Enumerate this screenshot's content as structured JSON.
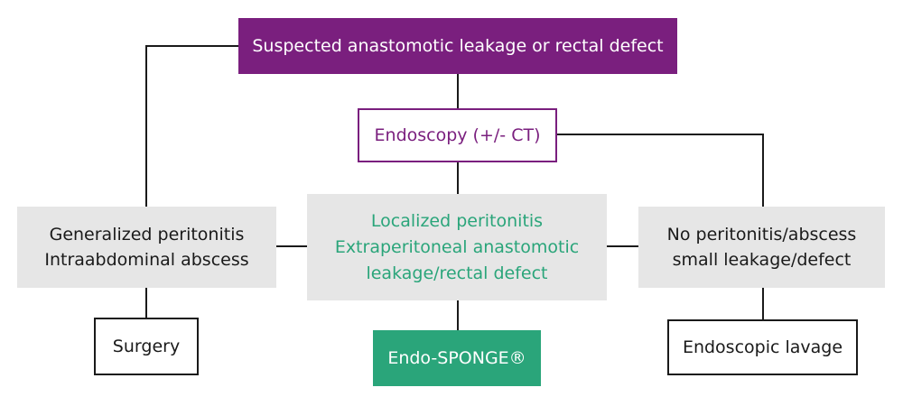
{
  "colors": {
    "primary": "#7a1f7e",
    "accent": "#2aa57a",
    "box_fill": "#e6e6e6",
    "line": "#1a1a1a"
  },
  "nodes": {
    "top": {
      "label": "Suspected anastomotic leakage or rectal defect"
    },
    "endoscopy": {
      "label": "Endoscopy (+/- CT)"
    },
    "left": {
      "lines": [
        "Generalized peritonitis",
        "Intraabdominal abscess"
      ]
    },
    "middle": {
      "lines": [
        "Localized peritonitis",
        "Extraperitoneal anastomotic",
        "leakage/rectal defect"
      ]
    },
    "right": {
      "lines": [
        "No peritonitis/abscess",
        "small leakage/defect"
      ]
    },
    "surgery": {
      "label": "Surgery"
    },
    "sponge": {
      "label": "Endo-SPONGE®"
    },
    "lavage": {
      "label": "Endoscopic lavage"
    }
  }
}
